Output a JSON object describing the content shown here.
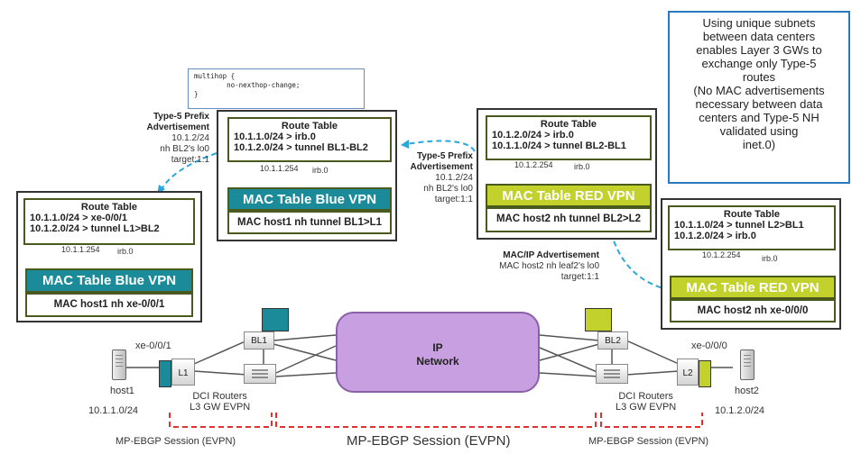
{
  "note": {
    "lines": [
      "Using unique subnets",
      "between data centers",
      "enables Layer 3 GWs to",
      "exchange only Type-5",
      "routes",
      "(No MAC advertisements",
      "necessary between data",
      "centers and Type-5 NH",
      "validated using",
      "inet.0)"
    ]
  },
  "config_snippet": "multihop {\n        no-nexthop-change;\n}",
  "left_panel": {
    "route_table_title": "Route Table",
    "routes": [
      "10.1.1.0/24 > xe-0/0/1",
      "10.1.2.0/24 > tunnel L1>BL2"
    ],
    "ip": "10.1.1.254",
    "irb": "irb.0",
    "mac_table_title": "MAC Table Blue VPN",
    "mac_entry": "MAC host1 nh xe-0/0/1"
  },
  "center_left_panel": {
    "route_table_title": "Route Table",
    "routes": [
      "10.1.1.0/24 > irb.0",
      "10.1.2.0/24 > tunnel BL1-BL2"
    ],
    "ip": "10.1.1.254",
    "irb": "irb.0",
    "mac_table_title": "MAC Table Blue VPN",
    "mac_entry": "MAC host1 nh tunnel BL1>L1"
  },
  "center_right_panel": {
    "route_table_title": "Route Table",
    "routes": [
      "10.1.2.0/24 > irb.0",
      "10.1.1.0/24 > tunnel BL2-BL1"
    ],
    "ip": "10.1.2.254",
    "irb": "irb.0",
    "mac_table_title": "MAC Table RED VPN",
    "mac_entry": "MAC host2 nh tunnel BL2>L2"
  },
  "right_panel": {
    "route_table_title": "Route Table",
    "routes": [
      "10.1.1.0/24 > tunnel L2>BL1",
      "10.1.2.0/24 > irb.0"
    ],
    "ip": "10.1.2.254",
    "irb": "irb.0",
    "mac_table_title": "MAC Table RED VPN",
    "mac_entry": "MAC host2 nh xe-0/0/0"
  },
  "adv_left": {
    "title": [
      "Type-5 Prefix",
      "Advertisement"
    ],
    "lines": [
      "10.1.2/24",
      "nh BL2's lo0",
      "target:1:1"
    ]
  },
  "adv_center": {
    "title": [
      "Type-5 Prefix",
      "Advertisement"
    ],
    "lines": [
      "10.1.2/24",
      "nh BL2's lo0",
      "target:1:1"
    ]
  },
  "adv_mac": {
    "title": "MAC/IP Advertisement",
    "lines": [
      "MAC host2   nh leaf2's lo0",
      "target:1:1"
    ]
  },
  "network": {
    "ip_network": [
      "IP",
      "Network"
    ],
    "bl1": "BL1",
    "bl2": "BL2",
    "l1": "L1",
    "l2": "L2",
    "xe_left": "xe-0/0/1",
    "xe_right": "xe-0/0/0",
    "host1": "host1",
    "host2": "host2",
    "subnet1": "10.1.1.0/24",
    "subnet2": "10.1.2.0/24",
    "dci_left": [
      "DCI Routers",
      "L3 GW EVPN"
    ],
    "dci_right": [
      "DCI Routers",
      "L3 GW EVPN"
    ]
  },
  "sessions": {
    "left": "MP-EBGP Session (EVPN)",
    "center": "MP-EBGP Session (EVPN)",
    "right": "MP-EBGP Session (EVPN)"
  },
  "colors": {
    "blue_vpn": "#1b8b99",
    "red_vpn": "#c3d12c",
    "ip_network": "#c89fe0",
    "note_border": "#2a78c0",
    "session_line": "#e03030"
  }
}
